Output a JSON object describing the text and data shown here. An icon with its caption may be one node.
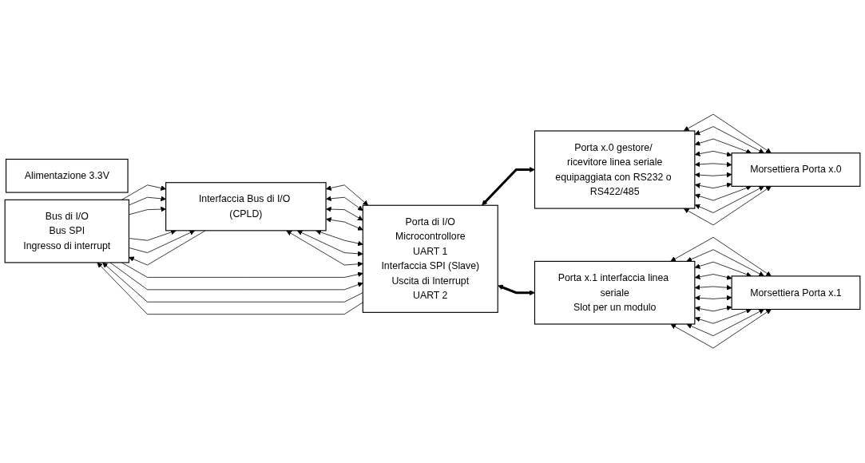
{
  "diagram": {
    "nodes": [
      {
        "text": [
          "Bus di I/O",
          "Bus SPI",
          "Ingresso di interrupt"
        ]
      },
      {
        "text": [
          "Interfaccia Bus di I/O (CPLD)"
        ]
      },
      {
        "text": [
          "Alimentazione 3.3V"
        ]
      },
      {
        "text": [
          "Porta di I/O",
          "Microcontrollore",
          "UART 1",
          "Interfaccia SPI (Slave)",
          "Uscita di Interrupt",
          "UART 2"
        ]
      },
      {
        "text": [
          "Porta x.0 gestore/ ricevitore linea seriale",
          "equipaggiata con RS232 o RS422/485"
        ]
      },
      {
        "text": [
          "Morsettiera Porta x.0"
        ]
      },
      {
        "text": [
          "Porta x.1 interfaccia linea seriale",
          "Slot per un modulo"
        ]
      },
      {
        "text": [
          "Morsettiera Porta x.1"
        ]
      }
    ],
    "edges": [
      {
        "from": 0,
        "to": 1,
        "arrow": "to"
      },
      {
        "from": 0,
        "to": 1,
        "arrow": "to"
      },
      {
        "from": 0,
        "to": 1,
        "arrow": "to"
      },
      {
        "from": 0,
        "to": 1,
        "arrow": "to"
      },
      {
        "from": 0,
        "to": 1,
        "arrow": "to"
      },
      {
        "from": 1,
        "to": 0,
        "arrow": "to"
      },
      {
        "from": 1,
        "to": 3,
        "arrow": "both"
      },
      {
        "from": 1,
        "to": 3,
        "arrow": "both"
      },
      {
        "from": 1,
        "to": 3,
        "arrow": "both"
      },
      {
        "from": 1,
        "to": 3,
        "arrow": "both"
      },
      {
        "from": 1,
        "to": 3,
        "arrow": "both"
      },
      {
        "from": 1,
        "to": 3,
        "arrow": "both"
      },
      {
        "from": 1,
        "to": 3,
        "arrow": "both"
      },
      {
        "from": 3,
        "to": 4,
        "arrow": "both",
        "style": "thick"
      },
      {
        "from": 4,
        "to": 5,
        "arrow": "both"
      },
      {
        "from": 4,
        "to": 5,
        "arrow": "both"
      },
      {
        "from": 4,
        "to": 5,
        "arrow": "both"
      },
      {
        "from": 4,
        "to": 5,
        "arrow": "both"
      },
      {
        "from": 4,
        "to": 5,
        "arrow": "both"
      },
      {
        "from": 4,
        "to": 5,
        "arrow": "both"
      },
      {
        "from": 4,
        "to": 5,
        "arrow": "both"
      },
      {
        "from": 4,
        "to": 5,
        "arrow": "both"
      },
      {
        "from": 4,
        "to": 5,
        "arrow": "both"
      },
      {
        "from": 4,
        "to": 5,
        "arrow": "both"
      },
      {
        "from": 0,
        "to": 3,
        "arrow": "to"
      },
      {
        "from": 0,
        "to": 3,
        "arrow": "to"
      },
      {
        "from": 3,
        "to": 0,
        "arrow": "to"
      },
      {
        "from": 3,
        "to": 0,
        "arrow": "to"
      },
      {
        "from": 3,
        "to": 6,
        "arrow": "both",
        "style": "thick"
      },
      {
        "from": 6,
        "to": 7,
        "arrow": "both"
      },
      {
        "from": 6,
        "to": 7,
        "arrow": "both"
      },
      {
        "from": 6,
        "to": 7,
        "arrow": "both"
      },
      {
        "from": 6,
        "to": 7,
        "arrow": "both"
      },
      {
        "from": 6,
        "to": 7,
        "arrow": "both"
      },
      {
        "from": 6,
        "to": 7,
        "arrow": "both"
      },
      {
        "from": 6,
        "to": 7,
        "arrow": "both"
      },
      {
        "from": 6,
        "to": 7,
        "arrow": "both"
      },
      {
        "from": 6,
        "to": 7,
        "arrow": "both"
      },
      {
        "from": 6,
        "to": 7,
        "arrow": "both"
      }
    ]
  }
}
